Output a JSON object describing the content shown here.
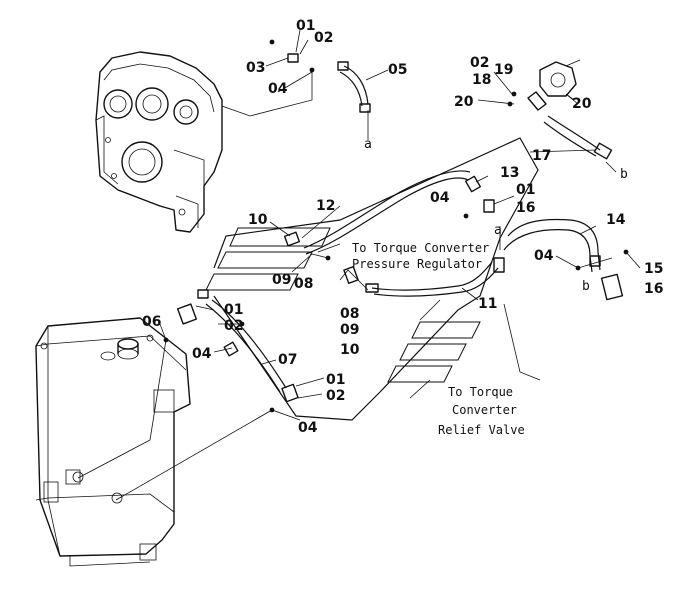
{
  "callouts": {
    "c01a": "01",
    "c02a": "02",
    "c03": "03",
    "c04a": "04",
    "c05": "05",
    "c02b": "02",
    "c19": "19",
    "c18": "18",
    "c20a": "20",
    "c20b": "20",
    "c17": "17",
    "c13": "13",
    "c01b": "01",
    "c04b": "04",
    "c16a": "16",
    "c12": "12",
    "c10a": "10",
    "c09a": "09",
    "c08a": "08",
    "c14": "14",
    "c04c": "04",
    "c15": "15",
    "c16b": "16",
    "c11": "11",
    "c06": "06",
    "c01c": "01",
    "c02c": "02",
    "c04d": "04",
    "c07": "07",
    "c08b": "08",
    "c09b": "09",
    "c10b": "10",
    "c01d": "01",
    "c02d": "02",
    "c04e": "04"
  },
  "refs": {
    "a1": "a",
    "a2": "a",
    "b1": "b",
    "b2": "b"
  },
  "notes": {
    "pressure_line1": "To Torque Converter",
    "pressure_line2": "Pressure Regulator",
    "relief_line1": "To Torque",
    "relief_line2": "Converter",
    "relief_line3": "Relief Valve"
  }
}
